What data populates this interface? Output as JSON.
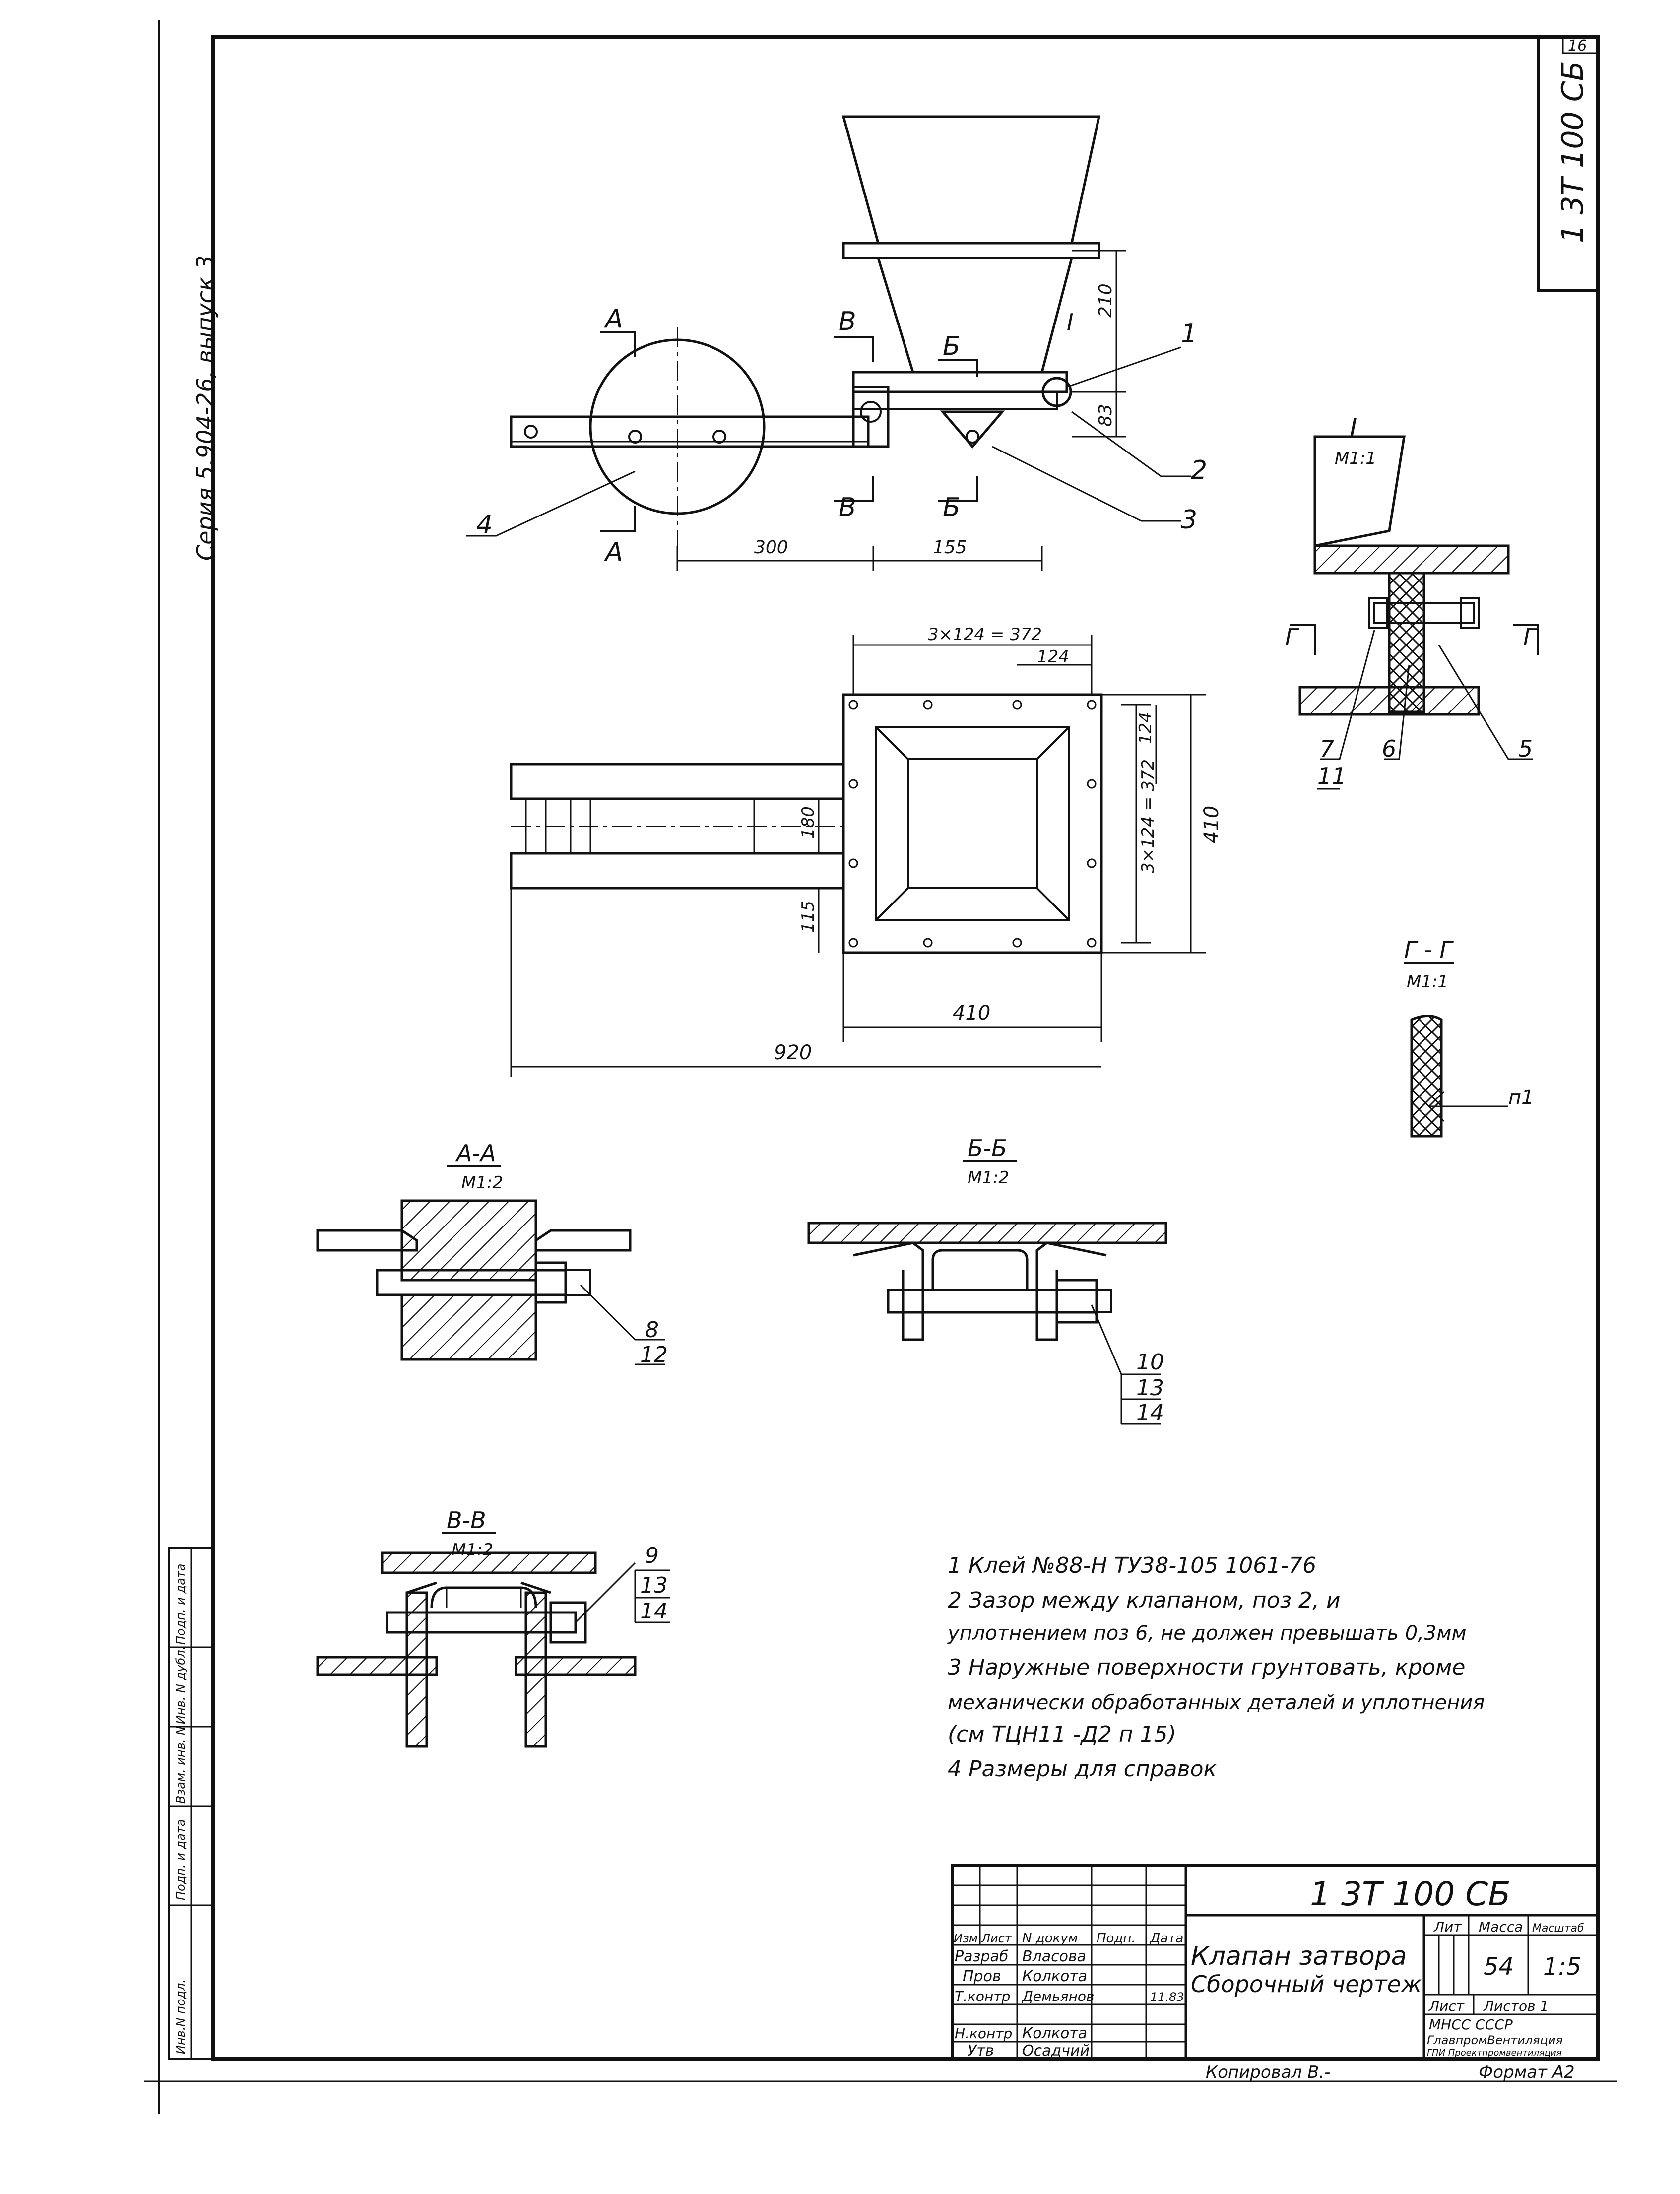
{
  "sheet": {
    "sheet_no": "16",
    "side_series": "Серия  5.904-26, выпуск 3",
    "doc_code_top": "1 3Т 100 СБ"
  },
  "main_view": {
    "section_A": "А",
    "section_B": "В",
    "section_Be": "Б",
    "mark_I": "I",
    "dim_210": "210",
    "dim_83": "83",
    "dim_300": "300",
    "dim_155": "155",
    "leaders": [
      "1",
      "2",
      "3",
      "4"
    ]
  },
  "plan_view": {
    "dim_top": "3×124 = 372",
    "dim_124_top": "124",
    "dim_124_side": "124",
    "dim_side": "3×124 = 372",
    "dim_410_right": "410",
    "dim_180": "180",
    "dim_115": "115",
    "dim_410_bottom": "410",
    "dim_920": "920"
  },
  "detail_I": {
    "title": "I",
    "scale": "М1:1",
    "section_G": "Г",
    "leaders": [
      "7",
      "11",
      "6",
      "5"
    ]
  },
  "section_GG": {
    "title": "Г - Г",
    "scale": "М1:1",
    "leader": "п1"
  },
  "section_AA": {
    "title": "А-А",
    "scale": "М1:2",
    "leader_top": "8",
    "leader_bottom": "12"
  },
  "section_BeBe": {
    "title": "Б-Б",
    "scale": "М1:2",
    "leaders": [
      "10",
      "13",
      "14"
    ]
  },
  "section_BB": {
    "title": "В-В",
    "scale": "М1:2",
    "leaders": [
      "9",
      "13",
      "14"
    ]
  },
  "notes": [
    "1  Клей №88-Н   ТУ38-105 1061-76",
    "2  Зазор    между клапаном, поз 2, и",
    "    уплотнением  поз 6,  не должен  превышать 0,3мм",
    "3  Наружные  поверхности  грунтовать, кроме",
    "    механически    обработанных  деталей  и уплотнения",
    "    (см ТЦН11 -Д2  п 15)",
    "4  Размеры для  справок"
  ],
  "title_block": {
    "code": "1 3Т 100 СБ",
    "name_line1": "Клапан затвора",
    "name_line2": "Сборочный чертеж",
    "col_headers": [
      "Изм",
      "Лист",
      "N докум",
      "Подп.",
      "Дата"
    ],
    "rows": [
      [
        "Разраб",
        "Власова"
      ],
      [
        "Пров",
        "Колкота"
      ],
      [
        "Т.контр",
        "Демьянов"
      ],
      [
        "",
        ""
      ],
      [
        "Н.контр",
        "Колкота"
      ],
      [
        "Утв",
        "Осадчий"
      ]
    ],
    "date_value": "11.83",
    "lit_label": "Лит",
    "mass_label": "Масса",
    "scale_label": "Масштаб",
    "mass_value": "54",
    "scale_value": "1:5",
    "sheet_label": "Лист",
    "sheets_label": "Листов 1",
    "org_line1": "МНСС         СССР",
    "org_line2": "ГлавпромВентиляция",
    "org_line3": "ГПИ Проектпромвентиляция",
    "copied": "Копировал  В.-",
    "format": "Формат А2"
  },
  "stamp_column": [
    "Инв.N подл.",
    "Подп. и дата",
    "Взам. инв. N",
    "Инв. N дубл.",
    "Подп. и дата"
  ]
}
